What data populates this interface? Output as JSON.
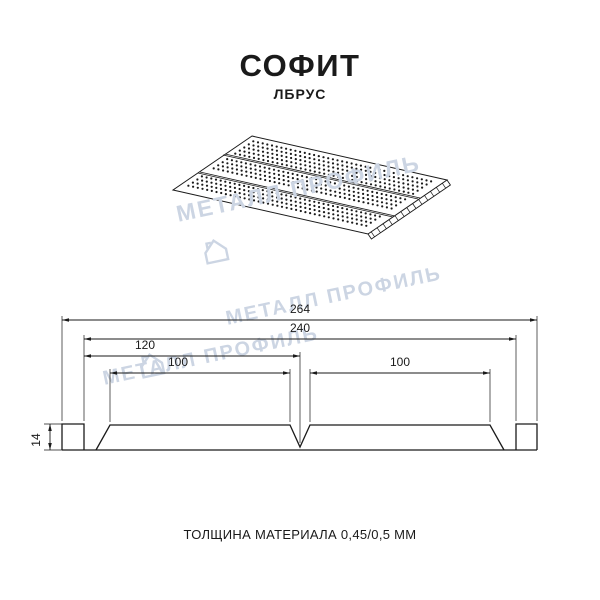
{
  "header": {
    "title": "СОФИТ",
    "subtitle": "ЛБРУС"
  },
  "watermark": {
    "text": "МЕТАЛЛ ПРОФИЛЬ"
  },
  "drawing": {
    "dim_total_width": "264",
    "dim_inner_width": "240",
    "dim_half_width": "120",
    "dim_pan_left": "100",
    "dim_pan_right": "100",
    "dim_height": "14"
  },
  "footer": {
    "caption": "ТОЛЩИНА МАТЕРИАЛА 0,45/0,5 ММ"
  },
  "colors": {
    "line": "#1a1a1a",
    "watermark": "#ccd5e3"
  }
}
